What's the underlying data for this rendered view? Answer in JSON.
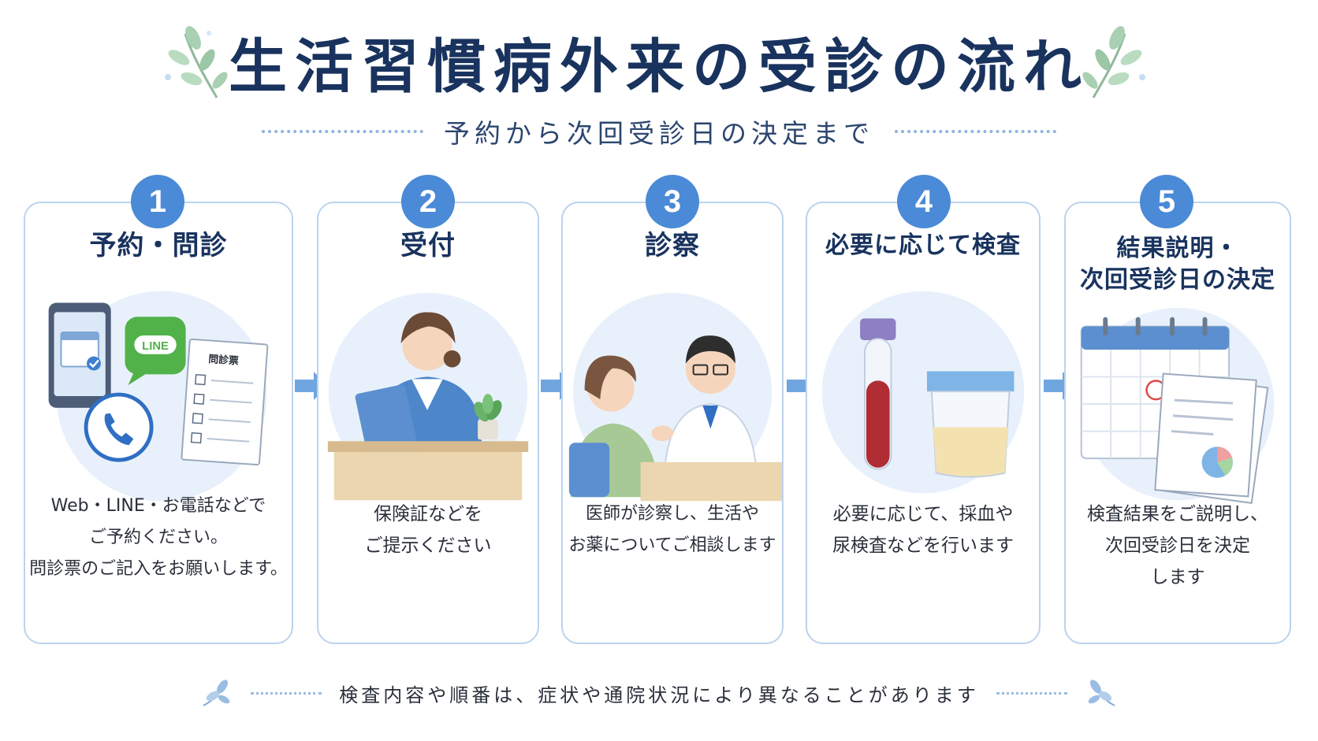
{
  "header": {
    "title": "生活習慣病外来の受診の流れ",
    "subtitle": "予約から次回受診日の決定まで"
  },
  "steps": [
    {
      "number": "1",
      "title_lines": [
        "予約・問診"
      ],
      "desc_lines": [
        "Web・LINE・お電話などで",
        "ご予約ください。",
        "問診票のご記入をお願いします。"
      ],
      "illustration_labels": {
        "line_logo": "LINE",
        "questionnaire": "問診票"
      }
    },
    {
      "number": "2",
      "title_lines": [
        "受付"
      ],
      "desc_lines": [
        "保険証などを",
        "ご提示ください"
      ]
    },
    {
      "number": "3",
      "title_lines": [
        "診察"
      ],
      "desc_lines": [
        "医師が診察し、生活や",
        "お薬についてご相談します"
      ]
    },
    {
      "number": "4",
      "title_lines": [
        "必要に応じて検査"
      ],
      "desc_lines": [
        "必要に応じて、採血や",
        "尿検査などを行います"
      ]
    },
    {
      "number": "5",
      "title_lines": [
        "結果説明・",
        "次回受診日の決定"
      ],
      "desc_lines": [
        "検査結果をご説明し、",
        "次回受診日を決定",
        "します"
      ]
    }
  ],
  "footer": {
    "note": "検査内容や順番は、症状や通院状況により異なることがあります"
  },
  "colors": {
    "title": "#19335e",
    "accent": "#4a8ad6",
    "card_border": "#bcd3ee",
    "illustration_bg": "#e8f1fb",
    "arrow": "#6fa6e0",
    "leaf": "#9cc7a6"
  },
  "icons": [
    "leaf-icon",
    "smartphone-icon",
    "calendar-icon",
    "line-icon",
    "phone-icon",
    "clipboard-icon",
    "arrow-right-icon",
    "test-tube-icon",
    "specimen-cup-icon",
    "document-icon"
  ]
}
